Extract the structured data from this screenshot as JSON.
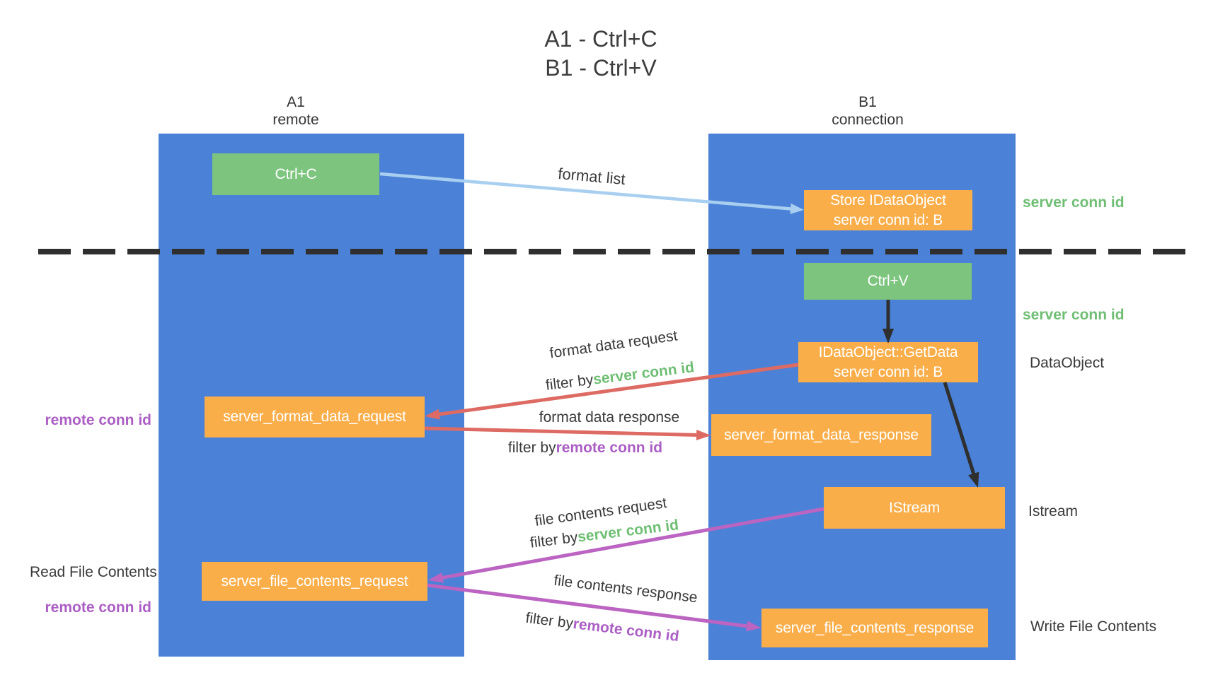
{
  "title": {
    "line1": "A1 - Ctrl+C",
    "line2": "B1 - Ctrl+V"
  },
  "lanes": [
    {
      "heading_line1": "A1",
      "heading_line2": "remote"
    },
    {
      "heading_line1": "B1",
      "heading_line2": "connection"
    }
  ],
  "boxes": {
    "ctrl_c": {
      "label": "Ctrl+C"
    },
    "store_idataobject": {
      "line1": "Store IDataObject",
      "line2": "server conn id: B"
    },
    "ctrl_v": {
      "label": "Ctrl+V"
    },
    "getdata": {
      "line1": "IDataObject::GetData",
      "line2": "server conn id: B"
    },
    "server_format_data_request": {
      "label": "server_format_data_request"
    },
    "server_format_data_response": {
      "label": "server_format_data_response"
    },
    "istream": {
      "label": "IStream"
    },
    "server_file_contents_request": {
      "label": "server_file_contents_request"
    },
    "server_file_contents_response": {
      "label": "server_file_contents_response"
    }
  },
  "flow_labels": {
    "format_list": "format list",
    "format_data_request": "format data request",
    "format_data_response": "format data response",
    "file_contents_request": "file contents request",
    "file_contents_response": "file contents response",
    "filter_by": "filter by",
    "server_conn_id": "server conn id",
    "remote_conn_id": "remote conn id"
  },
  "side_labels": {
    "remote_conn_id_upper": "remote conn id",
    "read_file_contents": "Read File Contents",
    "remote_conn_id_lower": "remote conn id",
    "server_conn_id_upper": "server conn id",
    "server_conn_id_lower": "server conn id",
    "dataobject": "DataObject",
    "istream": "Istream",
    "write_file_contents": "Write File Contents"
  },
  "colors": {
    "lane_blue": "#4b82d7",
    "node_green": "#7dc57e",
    "node_orange": "#faae4a",
    "arrow_lightblue": "#a8cff0",
    "arrow_red": "#dd6b64",
    "arrow_magenta": "#bb64c2",
    "arrow_black": "#2f2f2f",
    "divider_dark": "#2f2f2f",
    "text_green": "#6fbe74",
    "text_purple": "#ab5ec4"
  }
}
